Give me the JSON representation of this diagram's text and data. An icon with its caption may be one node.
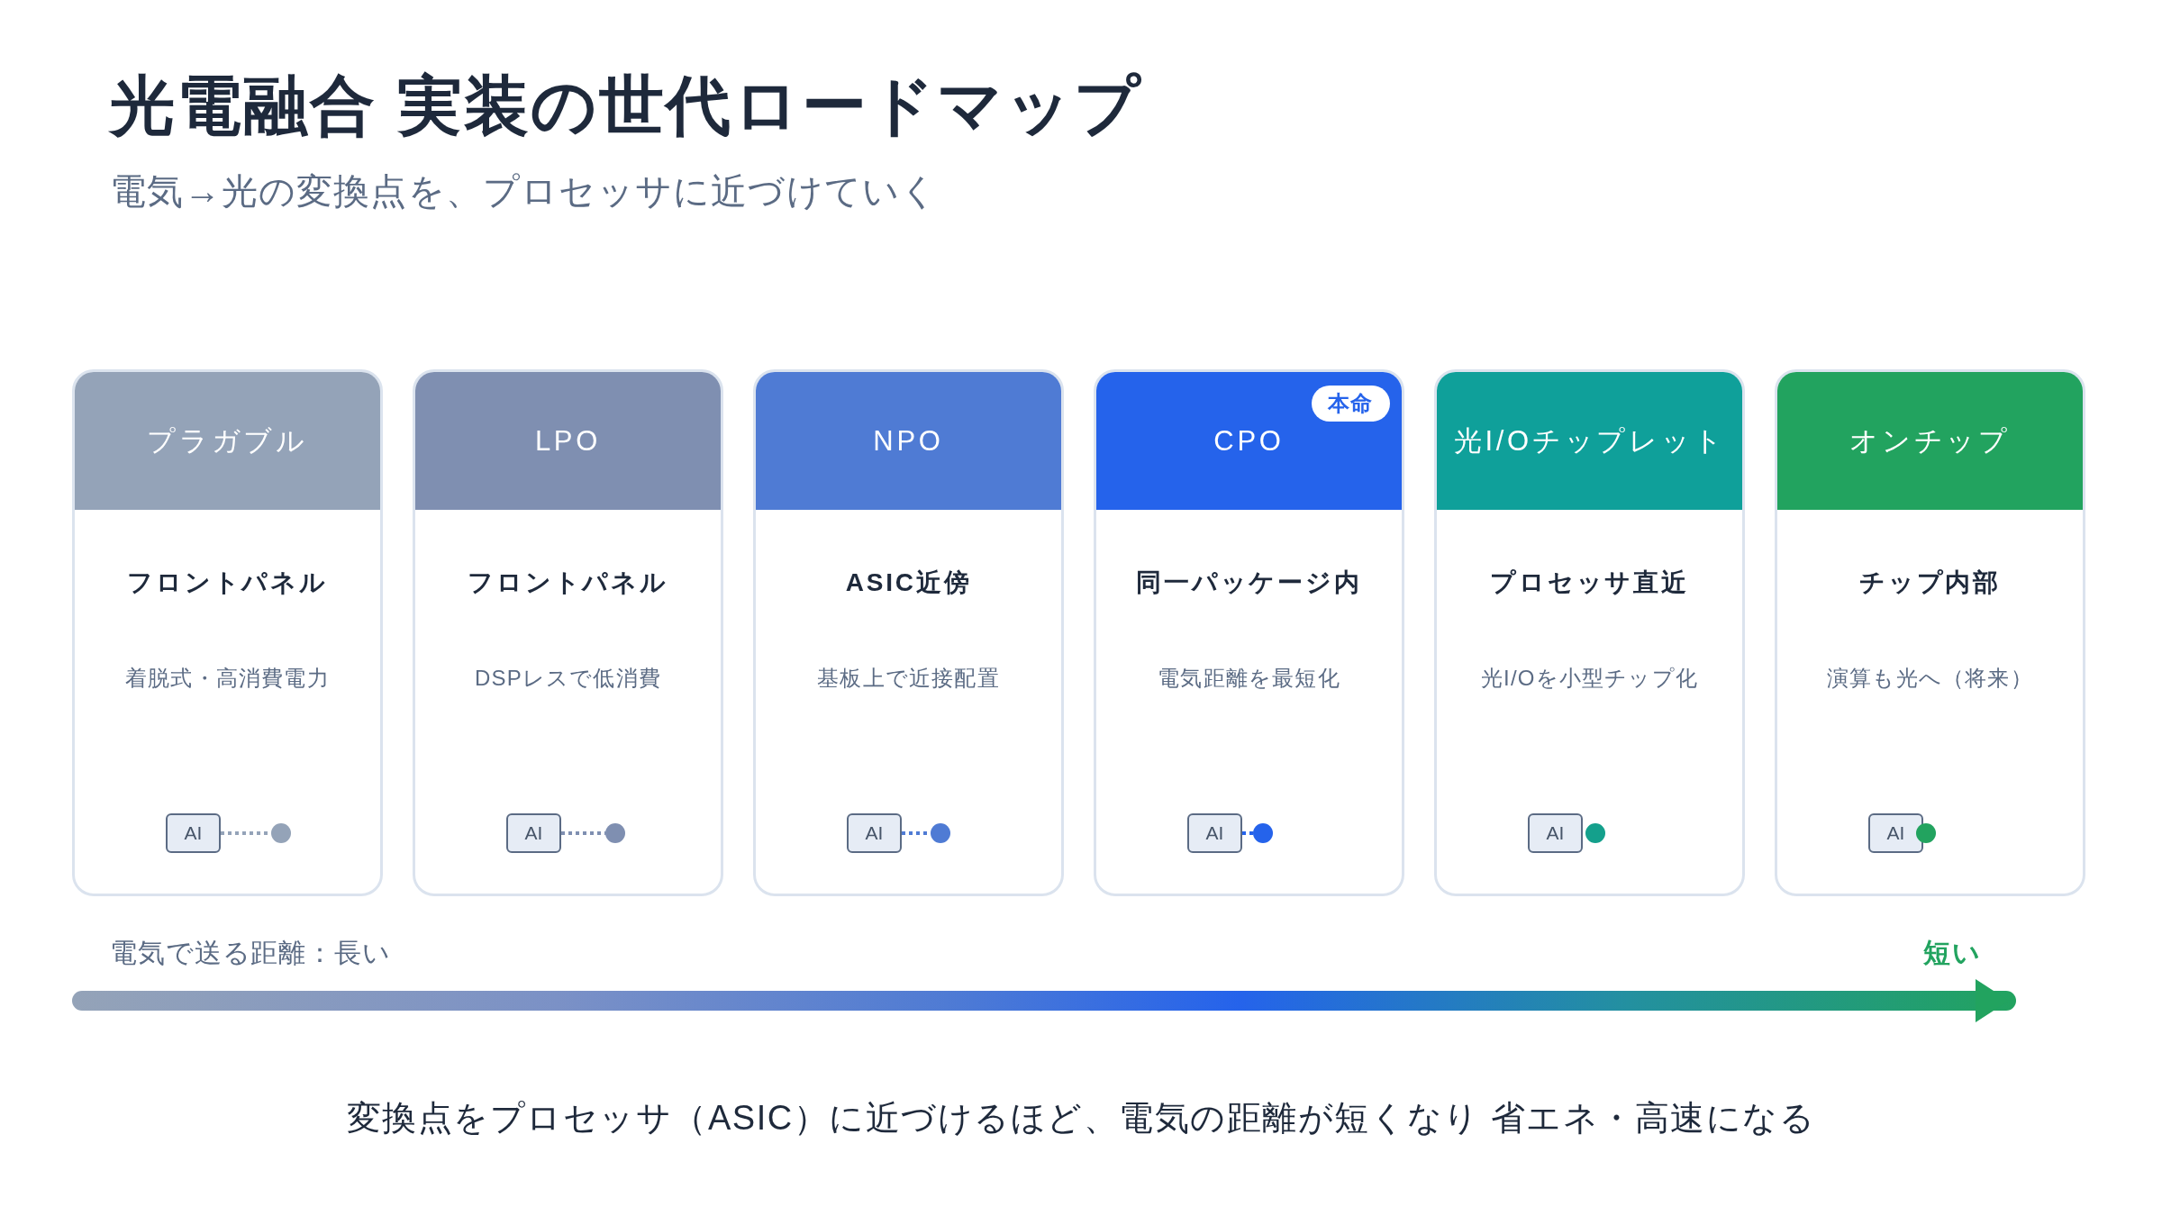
{
  "diagram": {
    "title": "光電融合 実装の世代ロードマップ",
    "caption": "変換点をプロセッサ（ASIC）に近づけるほど、電気の距離が短くなり 省エネ・高速になる",
    "nodes": [
      {
        "text": [
          "プラガブル",
          "フロントパネル",
          "着脱式・高消費電力"
        ]
      },
      {
        "text": [
          "AI"
        ],
        "in": 0
      },
      {
        "text": [],
        "shape": "circle",
        "in": 0
      },
      {
        "text": [
          "LPO",
          "フロントパネル",
          "DSPレスで低消費"
        ]
      },
      {
        "text": [
          "AI"
        ],
        "in": 3
      },
      {
        "text": [],
        "shape": "circle",
        "in": 3
      },
      {
        "text": [
          "NPO",
          "ASIC近傍",
          "基板上で近接配置"
        ]
      },
      {
        "text": [
          "AI"
        ],
        "in": 6
      },
      {
        "text": [],
        "shape": "circle",
        "in": 6
      },
      {
        "text": [
          "CPO",
          "同一パッケージ内",
          "電気距離を最短化"
        ]
      },
      {
        "text": [
          "本命"
        ],
        "in": 9
      },
      {
        "text": [
          "AI"
        ],
        "in": 9
      },
      {
        "text": [],
        "shape": "circle",
        "in": 9
      },
      {
        "text": [
          "光I/Oチップレット",
          "プロセッサ直近",
          "光I/Oを小型チップ化"
        ]
      },
      {
        "text": [
          "AI"
        ],
        "in": 13
      },
      {
        "text": [],
        "shape": "circle",
        "in": 13
      },
      {
        "text": [
          "オンチップ",
          "チップ内部",
          "演算も光へ（将来）"
        ]
      },
      {
        "text": [
          "AI"
        ],
        "in": 16
      },
      {
        "text": [],
        "shape": "circle",
        "in": 16
      }
    ],
    "edges": [
      {
        "from": 1,
        "to": 2,
        "arrow": "none",
        "style": "dashed",
        "color": "#94a3b8"
      },
      {
        "from": 4,
        "to": 5,
        "arrow": "none",
        "style": "dashed",
        "color": "#7f8fb1"
      },
      {
        "from": 7,
        "to": 8,
        "arrow": "none",
        "style": "dashed",
        "color": "#4f7bd4"
      },
      {
        "from": 11,
        "to": 12,
        "arrow": "none",
        "style": "dashed",
        "color": "#2563eb"
      }
    ],
    "labels": [
      "電気→光の変換点を、プロセッサに近づけていく",
      "電気で送る距離：長い",
      "短い"
    ]
  }
}
